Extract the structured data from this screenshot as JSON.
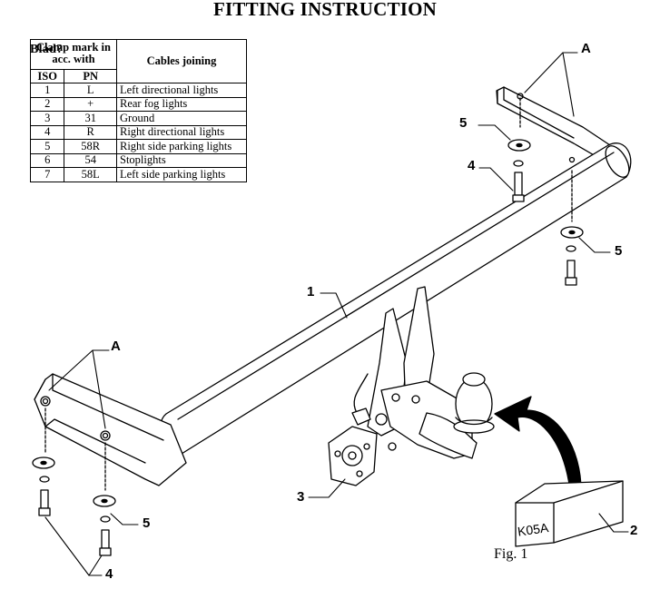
{
  "title": "FITTING INSTRUCTION",
  "ghost_text": "Blad?",
  "table": {
    "header_clamp": "Clamp mark in acc. with",
    "header_cables": "Cables joining",
    "col_iso": "ISO",
    "col_pn": "PN",
    "rows": [
      {
        "iso": "1",
        "pn": "L",
        "cable": "Left directional lights"
      },
      {
        "iso": "2",
        "pn": "+",
        "cable": "Rear fog lights"
      },
      {
        "iso": "3",
        "pn": "31",
        "cable": "Ground"
      },
      {
        "iso": "4",
        "pn": "R",
        "cable": "Right directional lights"
      },
      {
        "iso": "5",
        "pn": "58R",
        "cable": "Right side parking lights"
      },
      {
        "iso": "6",
        "pn": "54",
        "cable": "Stoplights"
      },
      {
        "iso": "7",
        "pn": "58L",
        "cable": "Left side parking lights"
      }
    ]
  },
  "callouts": {
    "a_top": "A",
    "a_left": "A",
    "n1": "1",
    "n2": "2",
    "n3": "3",
    "n4_top": "4",
    "n4_bottom": "4",
    "n5_top": "5",
    "n5_right": "5",
    "n5_bottom": "5"
  },
  "box_label": "K05A",
  "fig_label": "Fig. 1"
}
